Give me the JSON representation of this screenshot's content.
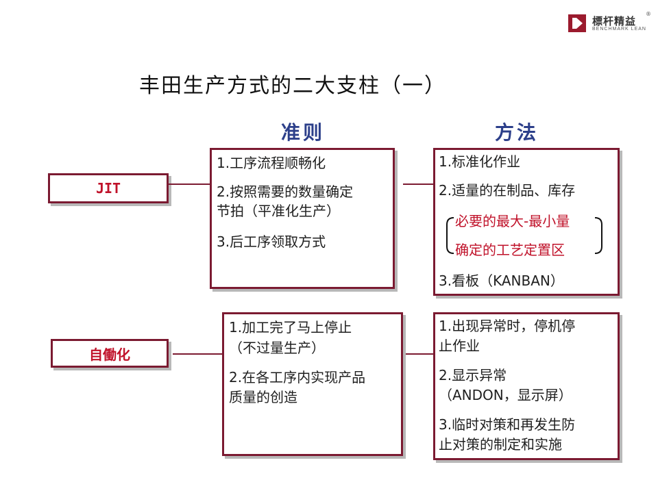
{
  "logo": {
    "cn": "標杆精益",
    "en": "BENCHMARK LEAN",
    "mark": "®"
  },
  "title": "丰田生产方式的二大支柱（一）",
  "columns": {
    "principle": "准则",
    "method": "方法"
  },
  "rows": [
    {
      "label": "JIT",
      "principles": [
        "1.工序流程顺畅化",
        "2.按照需要的数量确定",
        "节拍（平准化生产）",
        "3.后工序领取方式"
      ],
      "methods": [
        "1.标准化作业",
        "2.适量的在制品、库存",
        "必要的最大-最小量",
        "确定的工艺定置区",
        "3.看板（KANBAN）"
      ]
    },
    {
      "label": "自働化",
      "principles": [
        "1.加工完了马上停止",
        "（不过量生产）",
        "2.在各工序内实现产品",
        "质量的创造"
      ],
      "methods": [
        "1.出现异常时，停机停",
        "止作业",
        "2.显示异常",
        "（ANDON，显示屏）",
        "3.临时对策和再发生防",
        "止对策的制定和实施"
      ]
    }
  ],
  "colors": {
    "border": "#7b1a31",
    "label_text": "#c0122a",
    "heading": "#2c3f8a",
    "highlight": "#c0122a"
  }
}
